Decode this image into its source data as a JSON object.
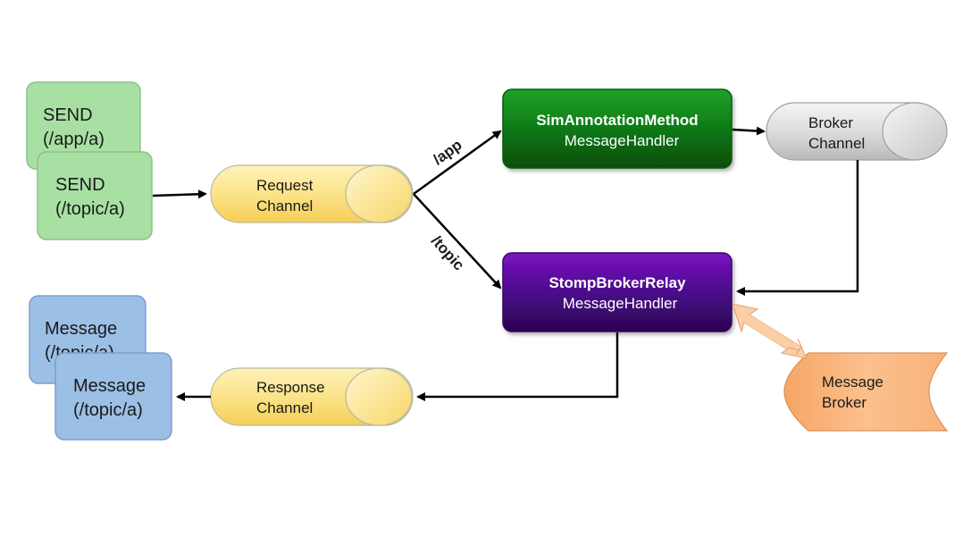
{
  "send_cards": [
    {
      "line1": "SEND",
      "line2": "(/app/a)"
    },
    {
      "line1": "SEND",
      "line2": "(/topic/a)"
    }
  ],
  "message_cards": [
    {
      "line1": "Message",
      "line2": "(/topic/a)"
    },
    {
      "line1": "Message",
      "line2": "(/topic/a)"
    }
  ],
  "channels": {
    "request": {
      "line1": "Request",
      "line2": "Channel"
    },
    "response": {
      "line1": "Response",
      "line2": "Channel"
    },
    "broker": {
      "line1": "Broker",
      "line2": "Channel"
    }
  },
  "handlers": {
    "annotation": {
      "title": "SimAnnotationMethod",
      "subtitle": "MessageHandler"
    },
    "relay": {
      "title": "StompBrokerRelay",
      "subtitle": "MessageHandler"
    }
  },
  "message_broker": {
    "line1": "Message",
    "line2": "Broker"
  },
  "routes": {
    "app": "/app",
    "topic": "/topic"
  },
  "colors": {
    "send": "#a8e0a4",
    "message": "#9cbfe6",
    "channel": "#fbe38a",
    "annotation_handler": "#0e7a16",
    "relay_handler": "#4a0a8a",
    "broker_channel": "#d8d8d8",
    "message_broker": "#f7b27a"
  }
}
